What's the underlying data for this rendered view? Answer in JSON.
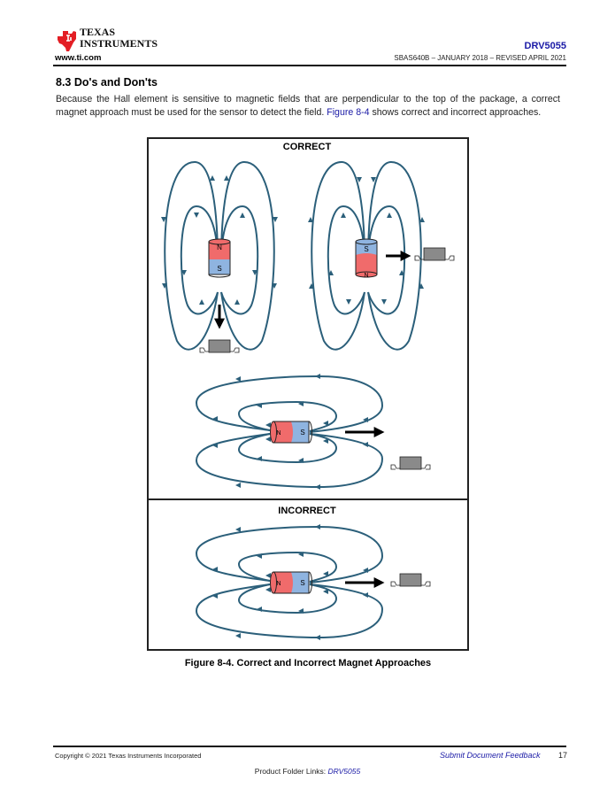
{
  "header": {
    "logo_line1": "TEXAS",
    "logo_line2": "INSTRUMENTS",
    "website": "www.ti.com",
    "doc_id": "DRV5055",
    "doc_revision": "SBAS640B – JANUARY 2018 – REVISED APRIL 2021"
  },
  "section": {
    "title": "8.3 Do's and Don'ts",
    "paragraph_before_link": "Because the Hall element is sensitive to magnetic fields that are perpendicular to the top of the package, a correct magnet approach must be used for the sensor to detect the field. ",
    "paragraph_link": "Figure 8-4",
    "paragraph_after_link": " shows correct and incorrect approaches."
  },
  "figure": {
    "correct_label": "CORRECT",
    "incorrect_label": "INCORRECT",
    "pole_north": "N",
    "pole_south": "S",
    "caption": "Figure 8-4. Correct and Incorrect Magnet Approaches",
    "colors": {
      "field_line": "#2b5f7a",
      "north": "#f06b6b",
      "south": "#8fb4e0",
      "sensor": "#8a8a8a",
      "logo_red": "#e31e24"
    }
  },
  "footer": {
    "copyright": "Copyright © 2021 Texas Instruments Incorporated",
    "feedback_link": "Submit Document Feedback",
    "page_number": "17",
    "folder_links_label": "Product Folder Links: ",
    "folder_links_value": "DRV5055"
  }
}
